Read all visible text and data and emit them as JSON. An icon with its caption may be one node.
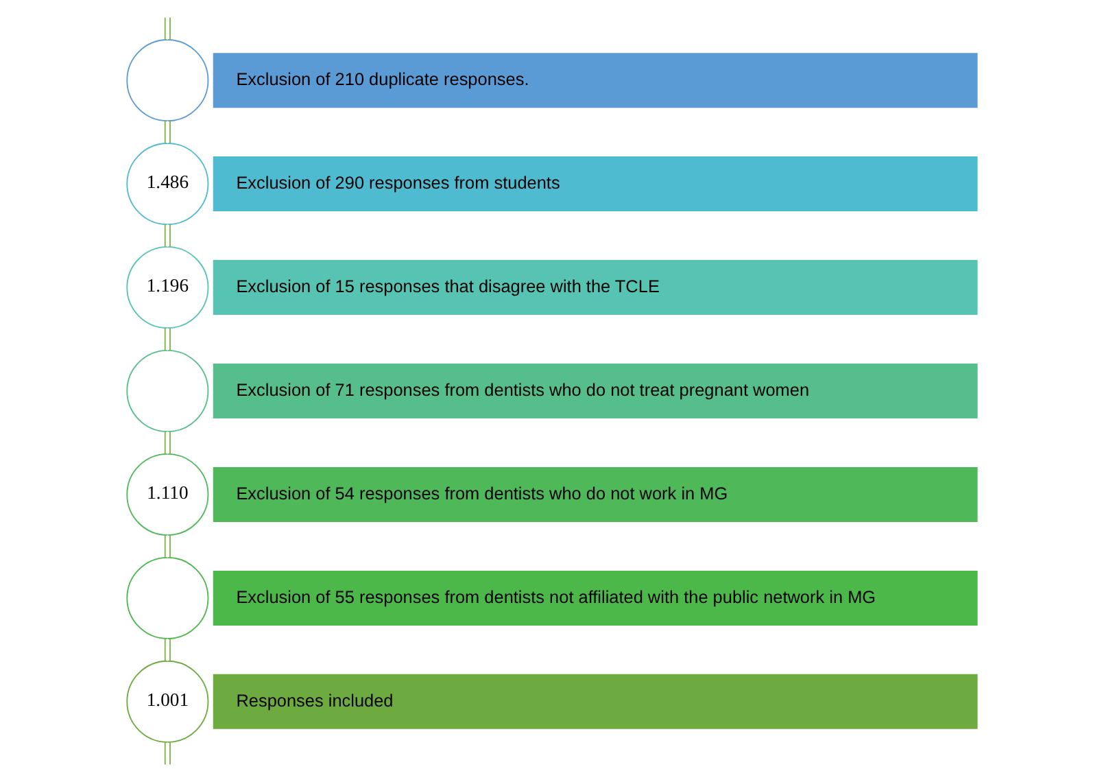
{
  "diagram": {
    "nodes": [
      {
        "text": [],
        "shape": "circle"
      },
      {
        "text": [
          "Exclusion of 210 duplicate responses."
        ]
      },
      {
        "text": [
          "1.486"
        ]
      },
      {
        "text": [
          "Exclusion of 290 responses from students"
        ]
      },
      {
        "text": [
          "1.196"
        ]
      },
      {
        "text": [
          "Exclusion of 15 responses that disagree with the TCLE"
        ]
      },
      {
        "text": [],
        "shape": "circle"
      },
      {
        "text": [
          "Exclusion of 71 responses from dentists who do not treat pregnant women"
        ]
      },
      {
        "text": [
          "1.110"
        ]
      },
      {
        "text": [
          "Exclusion of 54 responses from dentists who do not work in MG"
        ]
      },
      {
        "text": [],
        "shape": "circle"
      },
      {
        "text": [
          "Exclusion of 55 responses from dentists not affiliated with the public network in MG"
        ]
      },
      {
        "text": [
          "1.001"
        ]
      },
      {
        "text": [
          "Responses included"
        ]
      }
    ],
    "edges": [
      {
        "from": null,
        "to": 0,
        "arrow": "none"
      },
      {
        "from": 0,
        "to": 2,
        "arrow": "none"
      },
      {
        "from": 2,
        "to": 4,
        "arrow": "none"
      },
      {
        "from": 4,
        "to": 6,
        "arrow": "none"
      },
      {
        "from": 6,
        "to": 8,
        "arrow": "none"
      },
      {
        "from": 8,
        "to": 10,
        "arrow": "none"
      },
      {
        "from": 10,
        "to": 12,
        "arrow": "none"
      },
      {
        "from": 12,
        "to": null,
        "arrow": "none"
      }
    ]
  }
}
